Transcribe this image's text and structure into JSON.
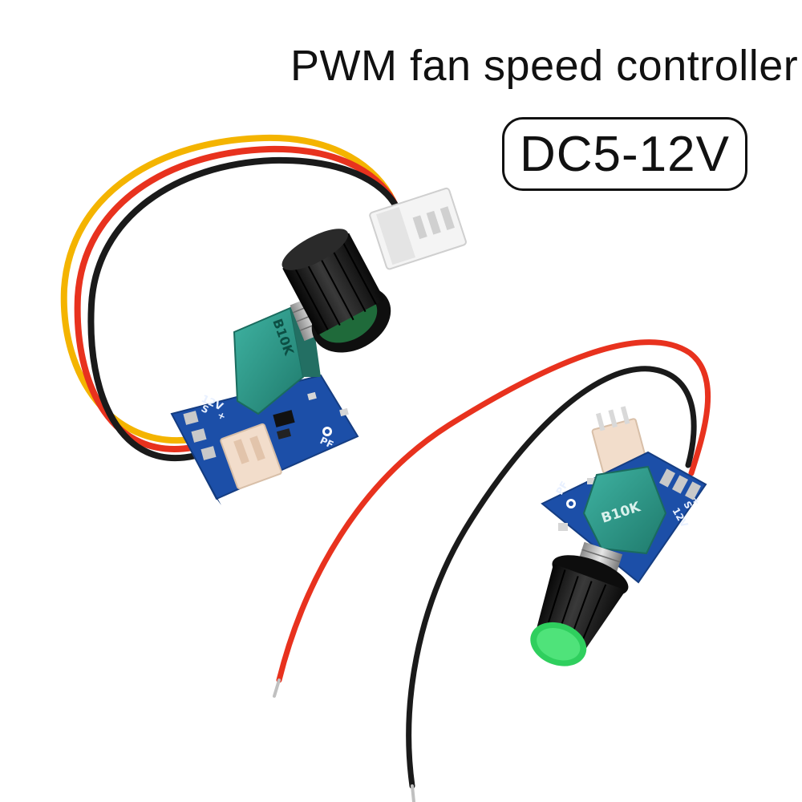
{
  "header": {
    "title": "PWM fan speed controller",
    "voltage_badge": "DC5-12V"
  },
  "board_a": {
    "pot_marking": "B10K",
    "silk_power": "12V",
    "silk_sense": "S",
    "silk_plus": "+",
    "silk_pf": "PF"
  },
  "board_b": {
    "pot_marking": "B10K",
    "silk_power": "12V",
    "silk_sense": "S",
    "silk_plus": "+",
    "silk_pf": "PF"
  },
  "colors": {
    "wire_yellow": "#f4b400",
    "wire_red": "#e8321e",
    "wire_black": "#1a1a1a",
    "pcb_blue": "#1c4fa8",
    "pot_teal": "#2e9a8a",
    "knob_black": "#1b1b1b",
    "knob_green": "#2fcf5e",
    "connector_white": "#f4f4f4"
  }
}
